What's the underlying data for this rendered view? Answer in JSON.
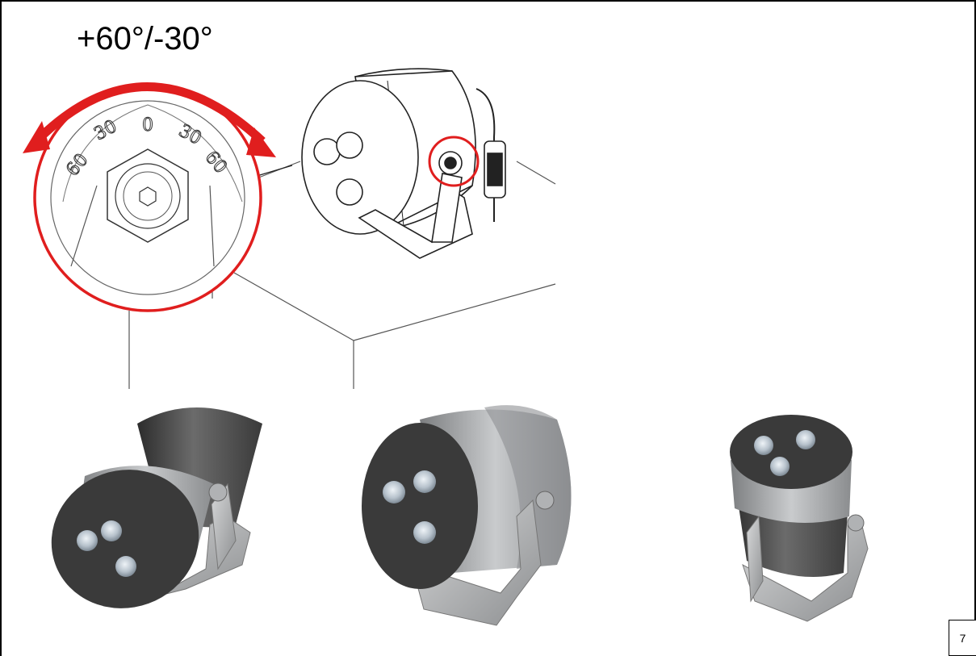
{
  "title": "+60°/-30°",
  "dial": {
    "labels": [
      "60",
      "30",
      "0",
      "30",
      "60"
    ]
  },
  "page_number": "7",
  "colors": {
    "accent": "#e01e1e",
    "body_dark": "#3c3c3c",
    "body_silver": "#a6a8aa",
    "lens": "#b9c3cc"
  }
}
